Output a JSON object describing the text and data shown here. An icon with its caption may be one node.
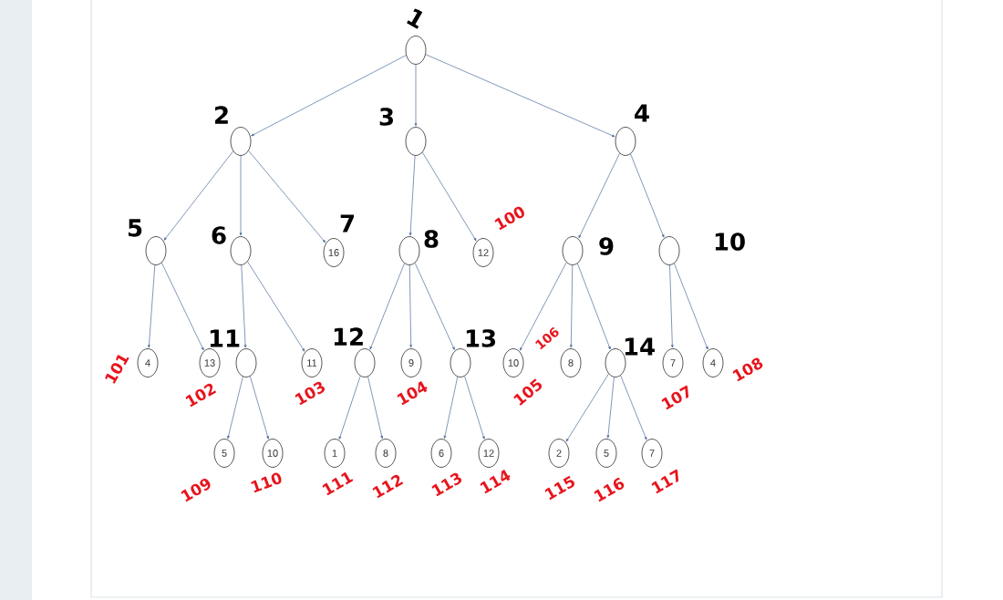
{
  "diagram": {
    "nodes": [
      {
        "text": [],
        "shape": "circle",
        "beside": [
          "1"
        ]
      },
      {
        "text": [],
        "shape": "circle",
        "beside": [
          "2"
        ]
      },
      {
        "text": [],
        "shape": "circle",
        "beside": [
          "3"
        ]
      },
      {
        "text": [],
        "shape": "circle",
        "beside": [
          "4"
        ]
      },
      {
        "text": [],
        "shape": "circle",
        "beside": [
          "5"
        ]
      },
      {
        "text": [],
        "shape": "circle",
        "beside": [
          "6"
        ]
      },
      {
        "text": [
          "16"
        ],
        "beside": [
          "7"
        ]
      },
      {
        "text": [],
        "shape": "circle",
        "beside": [
          "8"
        ]
      },
      {
        "text": [
          "12"
        ],
        "beside": [
          "100"
        ]
      },
      {
        "text": [],
        "shape": "circle",
        "beside": [
          "9"
        ]
      },
      {
        "text": [],
        "shape": "circle",
        "beside": [
          "10"
        ]
      },
      {
        "text": [
          "4"
        ],
        "beside": [
          "101"
        ]
      },
      {
        "text": [
          "13"
        ],
        "beside": [
          "102"
        ]
      },
      {
        "text": [],
        "shape": "circle",
        "beside": [
          "11"
        ]
      },
      {
        "text": [
          "11"
        ],
        "beside": [
          "103"
        ]
      },
      {
        "text": [],
        "shape": "circle",
        "beside": [
          "12"
        ]
      },
      {
        "text": [
          "9"
        ],
        "beside": [
          "104"
        ]
      },
      {
        "text": [],
        "shape": "circle",
        "beside": [
          "13"
        ]
      },
      {
        "text": [
          "10"
        ],
        "beside": [
          "105"
        ]
      },
      {
        "text": [
          "8"
        ],
        "beside": [
          "106"
        ]
      },
      {
        "text": [],
        "shape": "circle",
        "beside": [
          "14"
        ]
      },
      {
        "text": [
          "7"
        ],
        "beside": [
          "107"
        ]
      },
      {
        "text": [
          "4"
        ],
        "beside": [
          "108"
        ]
      },
      {
        "text": [
          "5"
        ],
        "beside": [
          "109"
        ]
      },
      {
        "text": [
          "10"
        ],
        "beside": [
          "110"
        ]
      },
      {
        "text": [
          "1"
        ],
        "beside": [
          "111"
        ]
      },
      {
        "text": [
          "8"
        ],
        "beside": [
          "112"
        ]
      },
      {
        "text": [
          "6"
        ],
        "beside": [
          "113"
        ]
      },
      {
        "text": [
          "12"
        ],
        "beside": [
          "114"
        ]
      },
      {
        "text": [
          "2"
        ],
        "beside": [
          "115"
        ]
      },
      {
        "text": [
          "5"
        ],
        "beside": [
          "116"
        ]
      },
      {
        "text": [
          "7"
        ],
        "beside": [
          "117"
        ]
      }
    ],
    "edges": [
      {
        "from": 0,
        "to": 1,
        "arrow": "to"
      },
      {
        "from": 0,
        "to": 2,
        "arrow": "to"
      },
      {
        "from": 0,
        "to": 3,
        "arrow": "to"
      },
      {
        "from": 1,
        "to": 4,
        "arrow": "to"
      },
      {
        "from": 1,
        "to": 5,
        "arrow": "to"
      },
      {
        "from": 1,
        "to": 6,
        "arrow": "to"
      },
      {
        "from": 2,
        "to": 7,
        "arrow": "to"
      },
      {
        "from": 2,
        "to": 8,
        "arrow": "to"
      },
      {
        "from": 3,
        "to": 9,
        "arrow": "to"
      },
      {
        "from": 3,
        "to": 10,
        "arrow": "to"
      },
      {
        "from": 4,
        "to": 11,
        "arrow": "to"
      },
      {
        "from": 4,
        "to": 12,
        "arrow": "to"
      },
      {
        "from": 5,
        "to": 13,
        "arrow": "to"
      },
      {
        "from": 5,
        "to": 14,
        "arrow": "to"
      },
      {
        "from": 7,
        "to": 15,
        "arrow": "to"
      },
      {
        "from": 7,
        "to": 16,
        "arrow": "to"
      },
      {
        "from": 7,
        "to": 17,
        "arrow": "to"
      },
      {
        "from": 9,
        "to": 18,
        "arrow": "to"
      },
      {
        "from": 9,
        "to": 19,
        "arrow": "to"
      },
      {
        "from": 9,
        "to": 20,
        "arrow": "to"
      },
      {
        "from": 10,
        "to": 21,
        "arrow": "to"
      },
      {
        "from": 10,
        "to": 22,
        "arrow": "to"
      },
      {
        "from": 13,
        "to": 23,
        "arrow": "to"
      },
      {
        "from": 13,
        "to": 24,
        "arrow": "to"
      },
      {
        "from": 15,
        "to": 25,
        "arrow": "to"
      },
      {
        "from": 15,
        "to": 26,
        "arrow": "to"
      },
      {
        "from": 17,
        "to": 27,
        "arrow": "to"
      },
      {
        "from": 17,
        "to": 28,
        "arrow": "to"
      },
      {
        "from": 20,
        "to": 29,
        "arrow": "to"
      },
      {
        "from": 20,
        "to": 30,
        "arrow": "to"
      },
      {
        "from": 20,
        "to": 31,
        "arrow": "to"
      }
    ]
  }
}
